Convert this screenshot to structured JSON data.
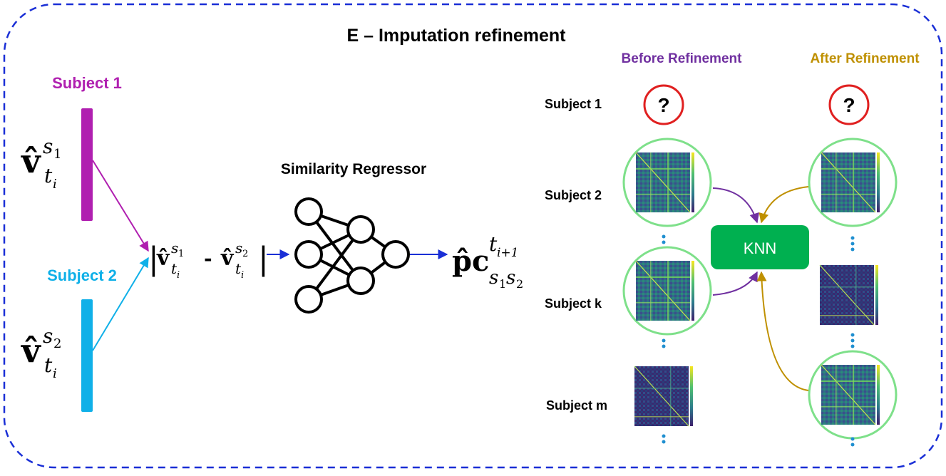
{
  "title": "E – Imputation refinement",
  "left": {
    "subject1_label": "Subject 1",
    "subject2_label": "Subject 2",
    "subject1_color": "#b01fb0",
    "subject2_color": "#0fb0e8",
    "v_hat_s1": {
      "base": "v̂",
      "sup": "s",
      "sup_sub": "1",
      "sub": "t",
      "sub_sub": "i"
    },
    "v_hat_s2": {
      "base": "v̂",
      "sup": "s",
      "sup_sub": "2",
      "sub": "t",
      "sub_sub": "i"
    },
    "difference": {
      "bar": "|",
      "minus": "-"
    },
    "regressor_label": "Similarity Regressor",
    "output": {
      "base": "p̂c",
      "sup": "t",
      "sup_sub": "i+1",
      "sub": "s",
      "sub_sub_1": "1",
      "sub_sub_2": "s",
      "sub_sub_3": "2"
    }
  },
  "right": {
    "before_label": "Before Refinement",
    "after_label": "After Refinement",
    "before_color": "#7030a0",
    "after_color": "#bf9000",
    "rows": [
      "Subject 1",
      "Subject 2",
      "Subject k",
      "Subject m"
    ],
    "unknown_symbol": "?",
    "knn_label": "KNN",
    "knn_color": "#00b050",
    "heatmap_title": "Sample - Time 1"
  },
  "colors": {
    "border": "#1a2fd6",
    "arrow_blue": "#1a2fd6",
    "circle_green": "#7ee08a",
    "unknown_red": "#e02020",
    "dots": "#1f8fd0"
  }
}
